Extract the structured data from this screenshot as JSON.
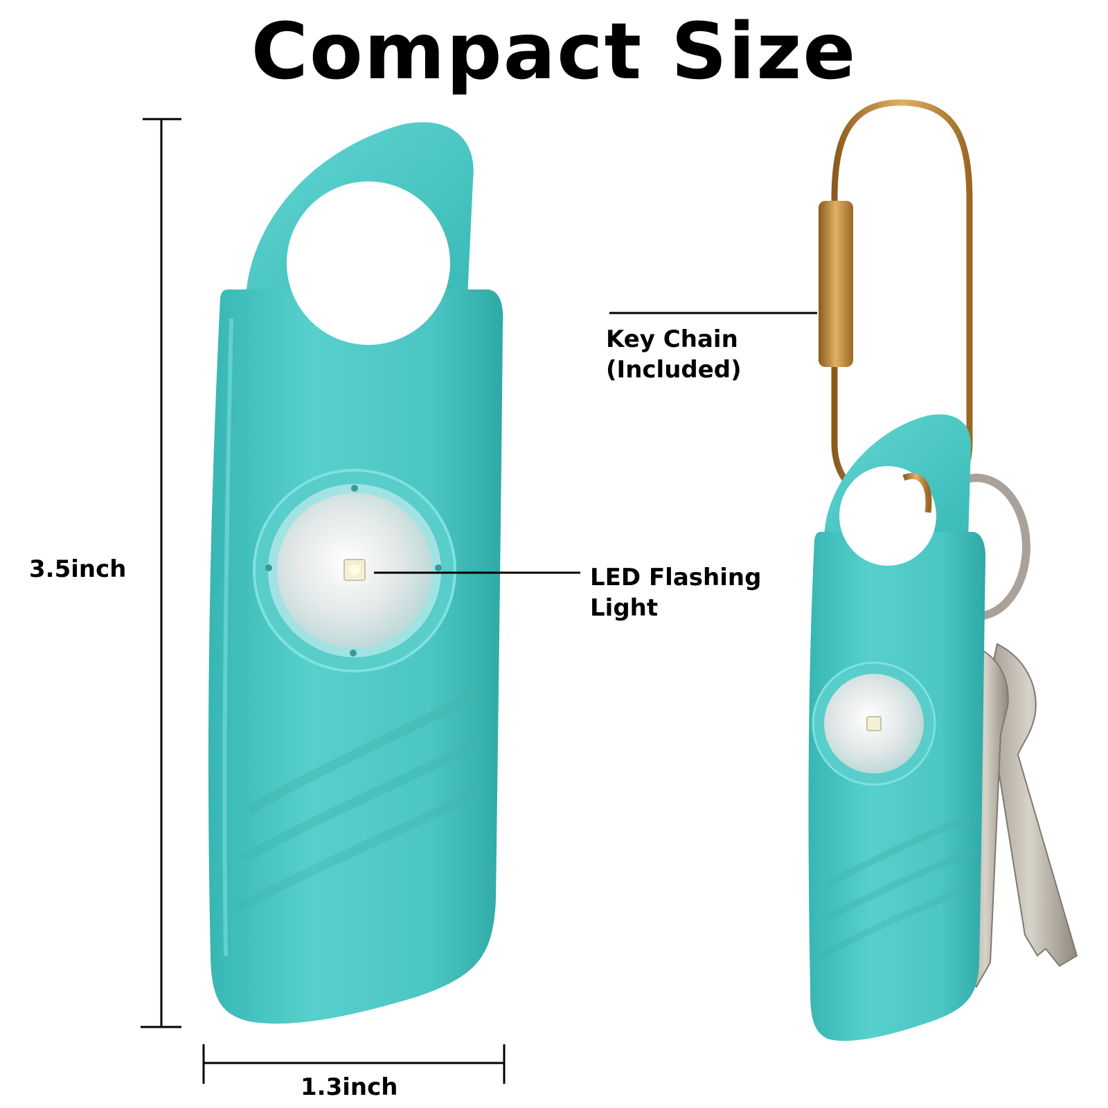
{
  "header": {
    "title": "Compact Size"
  },
  "dimensions": {
    "height_label": "3.5inch",
    "width_label": "1.3inch"
  },
  "callouts": {
    "key_chain": {
      "line1": "Key Chain",
      "line2": "(Included)"
    },
    "led": {
      "line1": "LED Flashing",
      "line2": "Light"
    }
  },
  "colors": {
    "device_body": "#4cc9c6",
    "device_shade": "#2fb3b0",
    "ring_gold": "#c9923a",
    "key_silver": "#b9b3a8"
  }
}
